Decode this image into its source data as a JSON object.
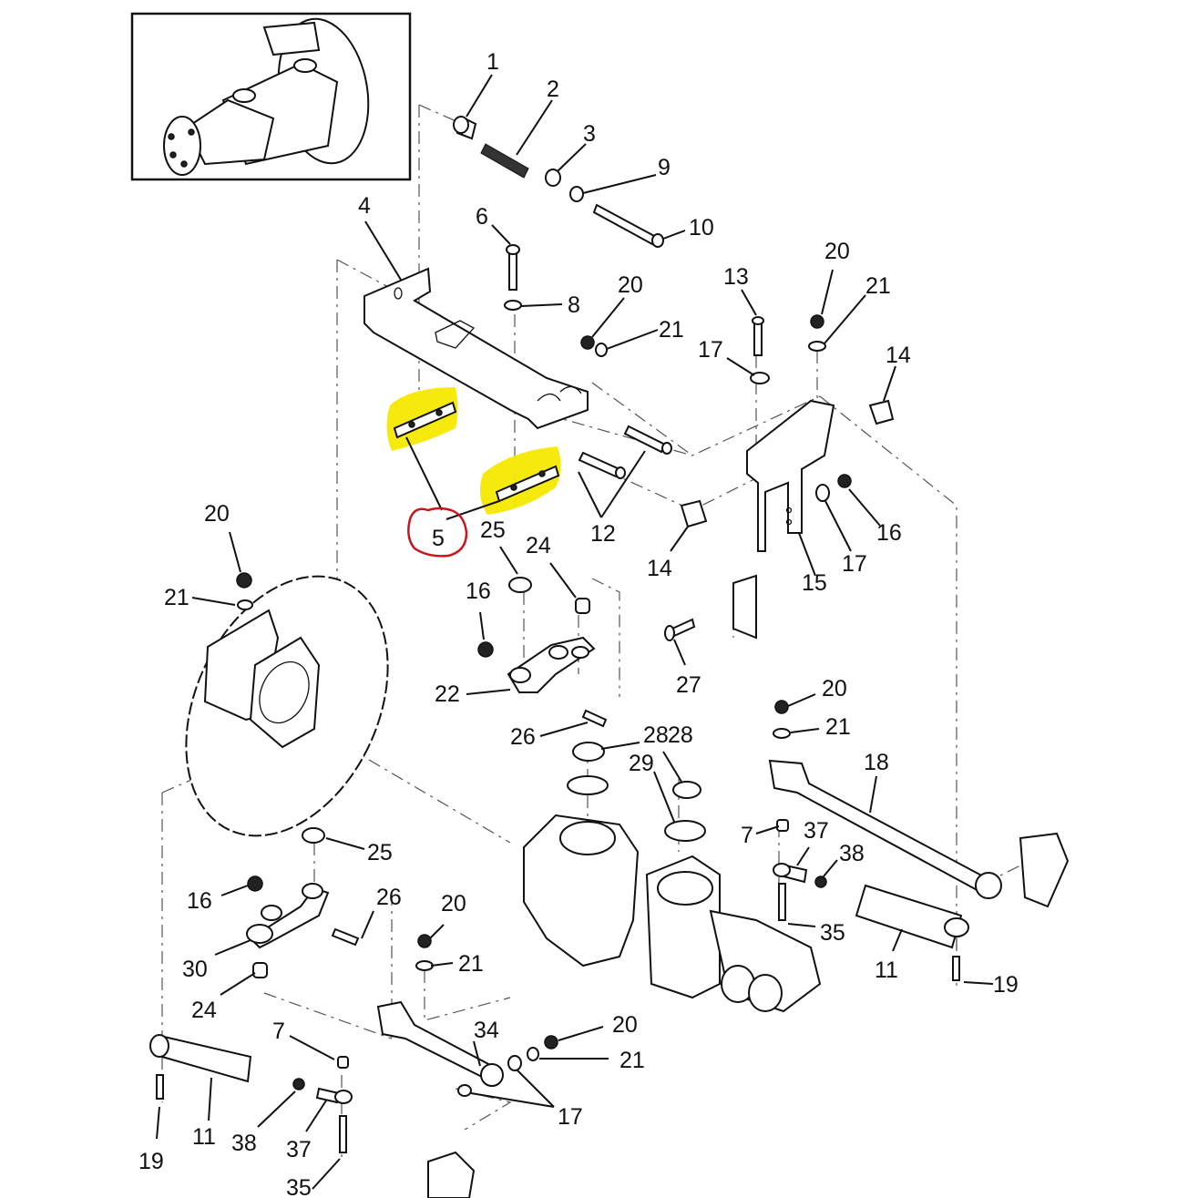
{
  "diagram": {
    "kind": "exploded parts diagram",
    "inset": {
      "subject": "transmission-assembly-overview"
    },
    "colors": {
      "line": "#111111",
      "highlight": "#f5e800",
      "circle_mark": "#c8151b",
      "background": "#ffffff"
    },
    "callouts": [
      {
        "id": "c1",
        "label": "1"
      },
      {
        "id": "c2",
        "label": "2"
      },
      {
        "id": "c3",
        "label": "3"
      },
      {
        "id": "c9",
        "label": "9"
      },
      {
        "id": "c10",
        "label": "10"
      },
      {
        "id": "c4",
        "label": "4"
      },
      {
        "id": "c6",
        "label": "6"
      },
      {
        "id": "c8",
        "label": "8"
      },
      {
        "id": "c20a",
        "label": "20"
      },
      {
        "id": "c21a",
        "label": "21"
      },
      {
        "id": "c13",
        "label": "13"
      },
      {
        "id": "c20b",
        "label": "20"
      },
      {
        "id": "c21b",
        "label": "21"
      },
      {
        "id": "c17a",
        "label": "17"
      },
      {
        "id": "c14a",
        "label": "14"
      },
      {
        "id": "c5",
        "label": "5"
      },
      {
        "id": "c25a",
        "label": "25"
      },
      {
        "id": "c12",
        "label": "12"
      },
      {
        "id": "c14b",
        "label": "14"
      },
      {
        "id": "c15",
        "label": "15"
      },
      {
        "id": "c17b",
        "label": "17"
      },
      {
        "id": "c16a",
        "label": "16"
      },
      {
        "id": "c24a",
        "label": "24"
      },
      {
        "id": "c20c",
        "label": "20"
      },
      {
        "id": "c21c",
        "label": "21"
      },
      {
        "id": "c16b",
        "label": "16"
      },
      {
        "id": "c22",
        "label": "22"
      },
      {
        "id": "c27",
        "label": "27"
      },
      {
        "id": "c26a",
        "label": "26"
      },
      {
        "id": "c28a",
        "label": "28"
      },
      {
        "id": "c29",
        "label": "29"
      },
      {
        "id": "c28b",
        "label": "28"
      },
      {
        "id": "c20d",
        "label": "20"
      },
      {
        "id": "c21d",
        "label": "21"
      },
      {
        "id": "c18",
        "label": "18"
      },
      {
        "id": "c7a",
        "label": "7"
      },
      {
        "id": "c37a",
        "label": "37"
      },
      {
        "id": "c38a",
        "label": "38"
      },
      {
        "id": "c35a",
        "label": "35"
      },
      {
        "id": "c11a",
        "label": "11"
      },
      {
        "id": "c19a",
        "label": "19"
      },
      {
        "id": "c25b",
        "label": "25"
      },
      {
        "id": "c16c",
        "label": "16"
      },
      {
        "id": "c26b",
        "label": "26"
      },
      {
        "id": "c20e",
        "label": "20"
      },
      {
        "id": "c21e",
        "label": "21"
      },
      {
        "id": "c30",
        "label": "30"
      },
      {
        "id": "c24b",
        "label": "24"
      },
      {
        "id": "c7b",
        "label": "7"
      },
      {
        "id": "c34",
        "label": "34"
      },
      {
        "id": "c20f",
        "label": "20"
      },
      {
        "id": "c21f",
        "label": "21"
      },
      {
        "id": "c17c",
        "label": "17"
      },
      {
        "id": "c11b",
        "label": "11"
      },
      {
        "id": "c38b",
        "label": "38"
      },
      {
        "id": "c37b",
        "label": "37"
      },
      {
        "id": "c19b",
        "label": "19"
      },
      {
        "id": "c35b",
        "label": "35"
      }
    ],
    "annotations": {
      "highlighted_part": "5",
      "circled_label": "5"
    }
  }
}
